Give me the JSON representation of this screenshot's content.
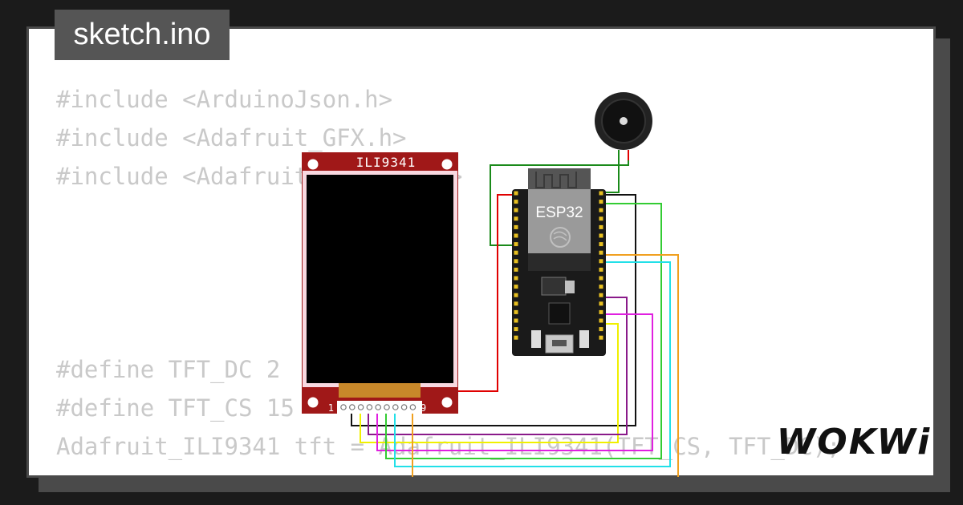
{
  "title": "sketch.ino",
  "code_lines": [
    "#include <ArduinoJson.h>",
    "#include <Adafruit_GFX.h>",
    "#include <Adafruit_ILI9341.h>",
    "#define TFT_DC 2",
    "#define TFT_CS 15",
    "Adafruit_ILI9341 tft = Adafruit_ILI9341(TFT_CS, TFT_DC);"
  ],
  "display": {
    "label": "ILI9341",
    "pin_first": "1",
    "pin_last": "9"
  },
  "mcu": {
    "label": "ESP32"
  },
  "brand": "WOKWi",
  "colors": {
    "background": "#1b1b1b",
    "card": "#ffffff",
    "code_text": "#c9c9c9",
    "title_bg": "#555555",
    "display_pcb": "#a01818",
    "wire_red": "#e00000",
    "wire_green": "#1a8a1a",
    "wire_black": "#111111",
    "wire_lime": "#33cc33",
    "wire_cyan": "#22e0e8",
    "wire_orange": "#f0a020",
    "wire_purple": "#8a1a8a",
    "wire_magenta": "#e020e0",
    "wire_yellow": "#f0f000"
  }
}
